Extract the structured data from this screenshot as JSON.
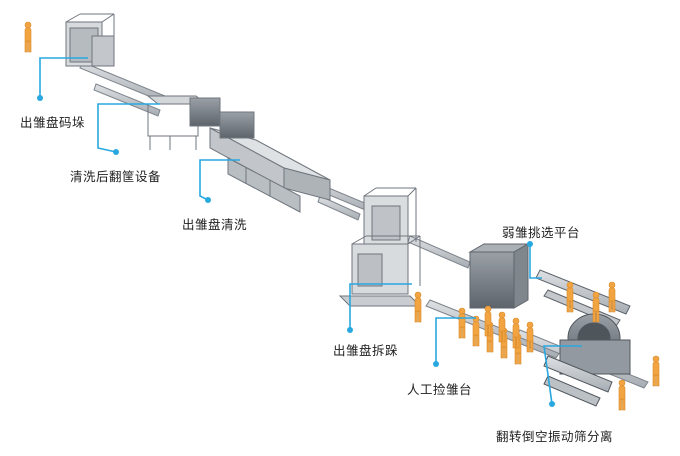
{
  "labels": {
    "stack": "出雏盘码垛",
    "turnover": "清洗后翻筐设备",
    "washing": "出雏盘清洗",
    "weak_platform": "弱雏挑选平台",
    "destack": "出雏盘拆跺",
    "manual_pick": "人工捡雏台",
    "vibrate_sieve": "翻转倒空振动筛分离"
  },
  "colors": {
    "callout": "#29a8e0",
    "machine_fill": "#c9cdd2",
    "machine_dark": "#8a9096",
    "worker": "#f2a441",
    "text": "#222222"
  }
}
